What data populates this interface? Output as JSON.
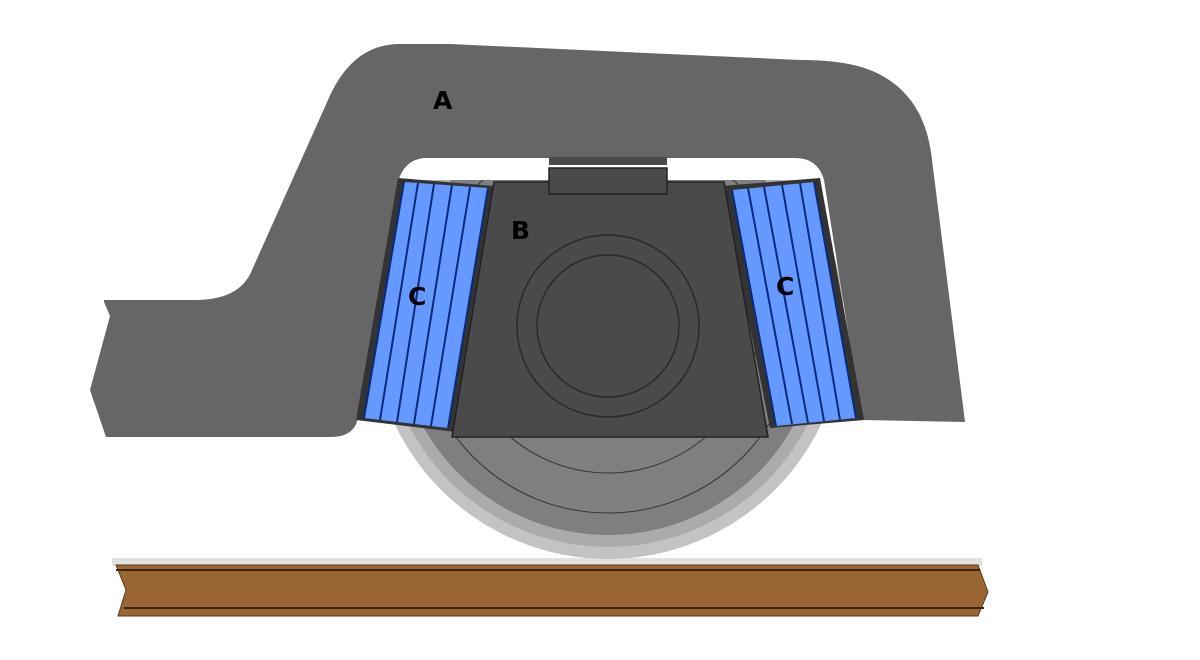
{
  "labels": {
    "frame": "A",
    "axle_box": "B",
    "spring_left": "C",
    "spring_right": "C"
  },
  "colors": {
    "background": "#ffffff",
    "frame": "#666666",
    "axle_box": "#4a4a4a",
    "wheel_outer": "#c3c3c3",
    "wheel_inner": "#7f7f7f",
    "spring_fill": "#6699ff",
    "spring_lines": "#0a2a7a",
    "rail": "#996633"
  }
}
